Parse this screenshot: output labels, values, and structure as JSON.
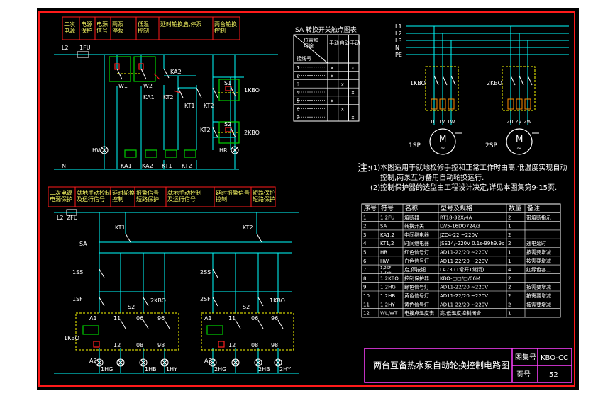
{
  "colors": {
    "canvas": "#000000",
    "frame": "#ff1a1a",
    "wire": "#00ffff",
    "device": "#ffffff",
    "label": "#ffffff",
    "header_text": "#ffff66",
    "green_box": "#00d000",
    "red_contact": "#ff2020",
    "orange": "#ff8c00",
    "magenta": "#ff40ff",
    "dash": "#ffff00",
    "yellow_label": "#ffff00"
  },
  "top_circuit": {
    "header": [
      "二次\n电源",
      "电源\n保护",
      "电源\n信号",
      "两泵\n停泵",
      "低温\n控制",
      "延时轮换启,停泵",
      "两台轮换\n控制"
    ],
    "labels": {
      "l2": "L2",
      "fuse": "1FU",
      "n": "N",
      "w1": "W1",
      "w2": "W2",
      "ka2_top": "KA2",
      "ka1": "KA1",
      "kt2_mid": "KT2",
      "kt1_mid": "KT1",
      "kt2_b": "KT2",
      "s1": "S1",
      "s2": "S2",
      "kbo1": "1KBO",
      "kbo2": "2KBO",
      "hw": "HW",
      "hr": "HR",
      "kt2_lo": "KT2"
    },
    "coils": [
      "KA1",
      "KA2",
      "KT1",
      "KT2"
    ]
  },
  "switch_table": {
    "title": "SA 转换开关触点图表",
    "header_cols": [
      "位置和\n用途",
      "手动",
      "自动",
      "手动"
    ],
    "rows_label": "接线号",
    "rows": [
      {
        "id": "1",
        "c": [
          "x",
          "",
          "x"
        ]
      },
      {
        "id": "2",
        "c": [
          "x",
          "",
          ""
        ]
      },
      {
        "id": "3",
        "c": [
          "",
          "x",
          ""
        ]
      },
      {
        "id": "4",
        "c": [
          "",
          "",
          "x"
        ]
      },
      {
        "id": "5",
        "c": [
          "x",
          "",
          ""
        ]
      },
      {
        "id": "6",
        "c": [
          "",
          "x",
          ""
        ]
      },
      {
        "id": "7",
        "c": [
          "",
          "",
          "x"
        ]
      }
    ]
  },
  "power_circuit": {
    "buses": [
      "L1",
      "L2",
      "L3",
      "N",
      "PE"
    ],
    "breakers": [
      "1KBO",
      "2KBO"
    ],
    "terminals1": [
      "1U",
      "1V",
      "1W"
    ],
    "terminals2": [
      "2U",
      "2V",
      "2W"
    ],
    "pumps": [
      "1SP",
      "2SP"
    ],
    "motor": "M",
    "motor_ac": "~"
  },
  "notes": {
    "prefix": "注:",
    "lines": [
      "(1)本图适用于就地检修手控和正常工作时由高,低温度实现自动",
      "控制,两泵互为备用自动轮换运行.",
      "(2)控制保护器的选型由工程设计决定,详见本图集第9-15页."
    ]
  },
  "bottom_circuit": {
    "header": [
      "二次电源\n电源保护",
      "就地手动控制\n及运行信号",
      "延时轮换\n控制",
      "报警信号\n短路保护",
      "就地手动控制\n及运行信号",
      "延时报警信号\n控制",
      "短路保护\n短路保护"
    ],
    "labels": {
      "l2": "L2",
      "fu": "2FU",
      "sa": "SA",
      "kt1": "KT1",
      "kt2": "KT2",
      "ss1": "1SS",
      "ss2": "2SS",
      "sf1": "1SF",
      "sf2": "2SF",
      "s2a": "S2",
      "s2b": "S2",
      "kbo2": "2KBO",
      "kbo1": "1KBO",
      "kbo1_box": "1KBO",
      "a1": "A1",
      "a2": "A2",
      "a1b": "A1",
      "a2b": "A2",
      "t1": "11",
      "t2": "12",
      "t3": "06",
      "t4": "08",
      "t5": "96",
      "t6": "98",
      "t7": "11",
      "t8": "12",
      "t9": "06",
      "t10": "08",
      "t11": "96",
      "t12": "98",
      "hg1": "1HG",
      "hb1": "1HB",
      "hy1": "1HY",
      "hg2": "2HG",
      "hb2": "2HB",
      "hy2": "2HY"
    }
  },
  "bom": {
    "headers": [
      "序号",
      "符号",
      "名称",
      "型号及规格",
      "数量",
      "备注"
    ],
    "rows": [
      [
        "1",
        "1,2FU",
        "熔断器",
        "RT18-32X/4A",
        "2",
        "带熔断指示"
      ],
      [
        "2",
        "SA",
        "转换开关",
        "LW5-16DO724/3",
        "1",
        ""
      ],
      [
        "3",
        "KA1,2",
        "中间继电器",
        "JZC4-22  ~220V",
        "2",
        ""
      ],
      [
        "4",
        "KT1,2",
        "时间继电器",
        "JSS14/-220V 0.1s-99h9.9s",
        "2",
        "通电延时"
      ],
      [
        "5",
        "HR",
        "红色信号灯",
        "AD11-22/20  ~220V",
        "1",
        "按需要增减"
      ],
      [
        "6",
        "HW",
        "白色信号灯",
        "AD11-22/20  ~220V",
        "1",
        "按需要增减"
      ],
      [
        "7",
        "1,2SF\n1,2SS",
        "启,停按钮",
        "LA73  (1常开1常闭)",
        "4",
        "红绿色各二"
      ],
      [
        "8",
        "1,2KBO",
        "控制保护器",
        "KBO-□□/□/06M",
        "2",
        ""
      ],
      [
        "9",
        "1,2HG",
        "绿色信号灯",
        "AD11-22/20  ~220V",
        "2",
        "按需要增减"
      ],
      [
        "10",
        "1,2HB",
        "黄色信号灯",
        "AD11-22/20  ~220V",
        "2",
        "按需要增减"
      ],
      [
        "11",
        "1,2HY",
        "黄色信号灯",
        "AD11-22/20  ~220V",
        "2",
        "按需要增减"
      ],
      [
        "12",
        "WL,WT",
        "电接点温度表",
        "高,低温度控制闭合",
        "1",
        ""
      ]
    ]
  },
  "title_block": {
    "title": "两台互备热水泵自动轮换控制电路图",
    "atlas_label": "图集号",
    "atlas_value": "KBO-CC",
    "page_label": "页号",
    "page_value": "52"
  }
}
